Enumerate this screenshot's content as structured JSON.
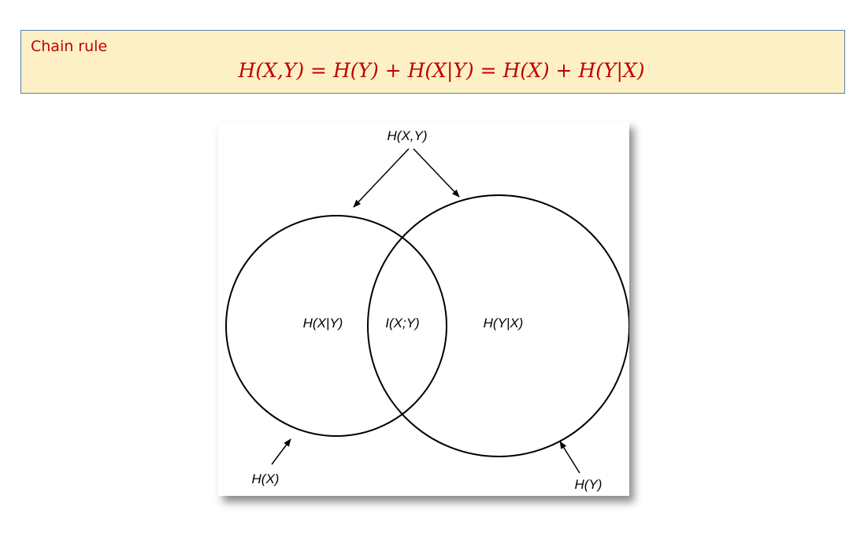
{
  "callout": {
    "title": "Chain rule",
    "formula": "H(X,Y) = H(Y) + H(X|Y) = H(X) + H(Y|X)",
    "background_color": "#fdf0c7",
    "border_color": "#5b7fa6",
    "text_color": "#c00000"
  },
  "diagram": {
    "joint_label": "H(X,Y)",
    "left_region_label": "H(X|Y)",
    "intersection_label": "I(X;Y)",
    "right_region_label": "H(Y|X)",
    "left_circle_label": "H(X)",
    "right_circle_label": "H(Y)"
  }
}
